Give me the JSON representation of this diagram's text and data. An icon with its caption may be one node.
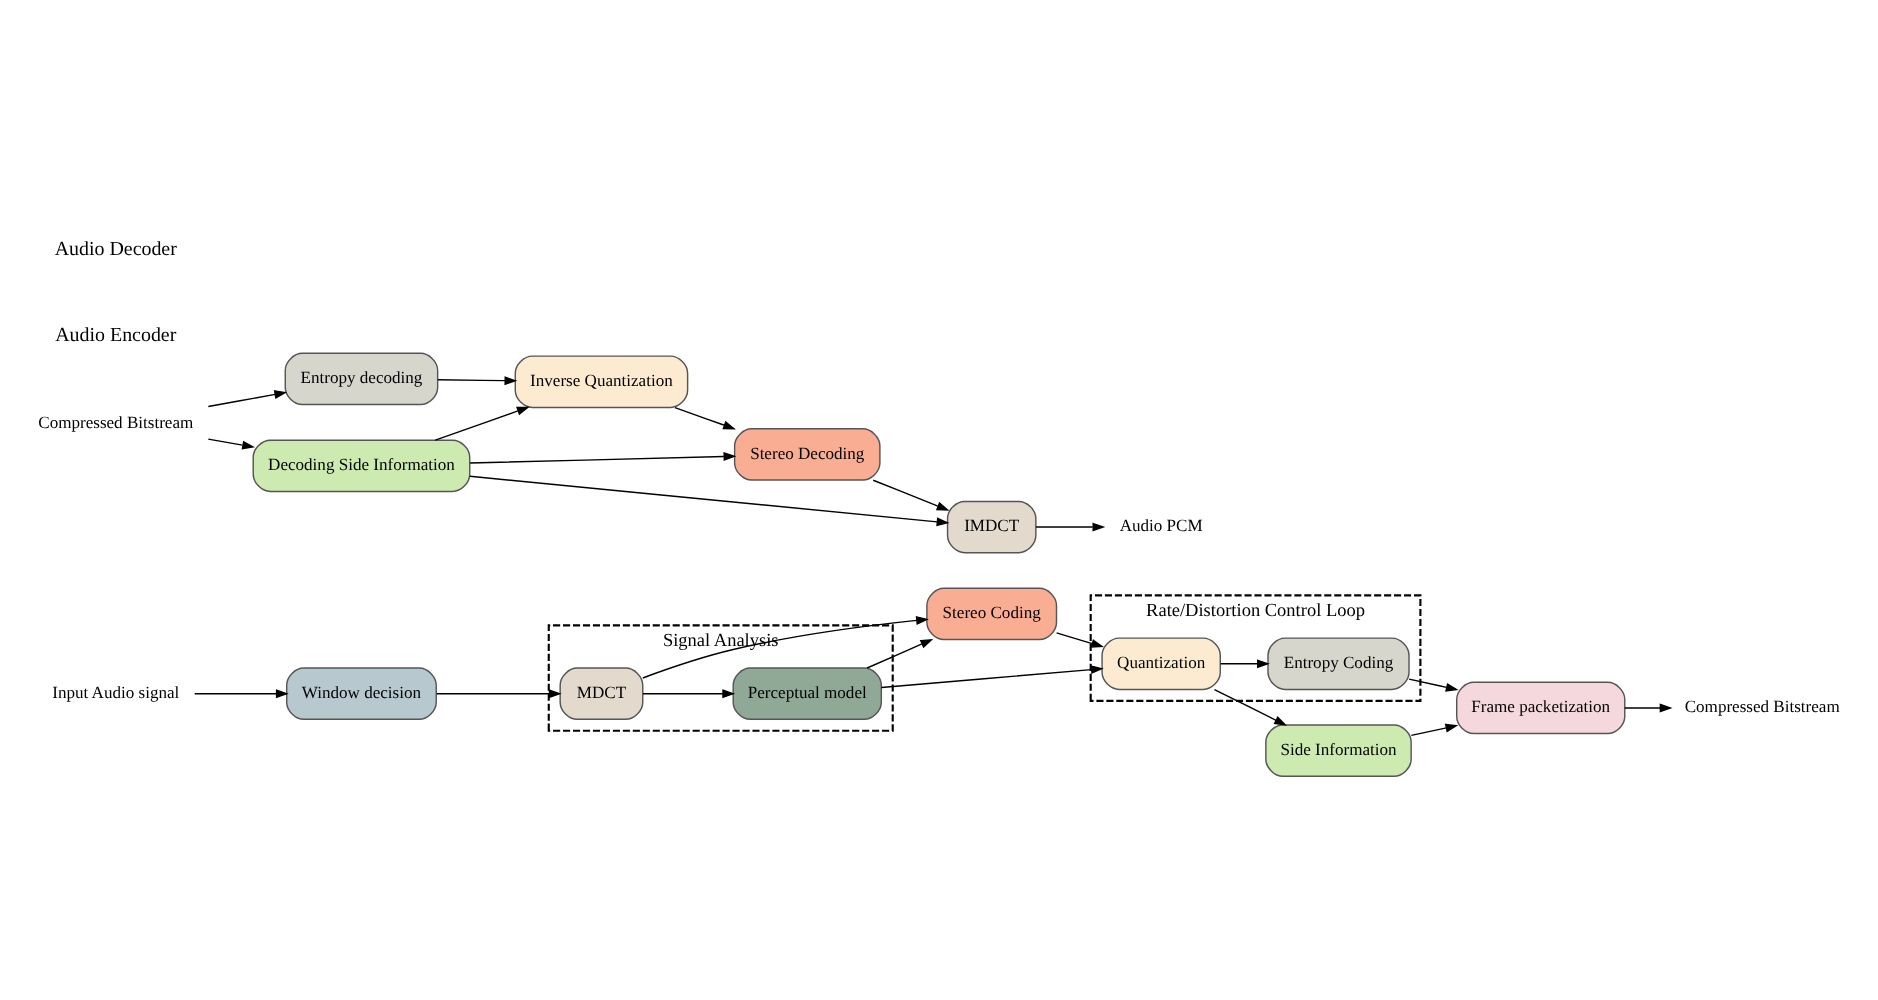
{
  "diagram": {
    "nodes": [
      {
        "text": [
          "Input Audio signal"
        ]
      },
      {
        "text": [
          "Window decision"
        ]
      },
      {
        "text": [
          "Signal Analysis"
        ]
      },
      {
        "text": [
          "MDCT"
        ],
        "in": 2
      },
      {
        "text": [
          "Perceptual model"
        ],
        "in": 2
      },
      {
        "text": [
          "Stereo Coding"
        ]
      },
      {
        "text": [
          "Rate/Distortion Control Loop"
        ]
      },
      {
        "text": [
          "Quantization"
        ],
        "in": 6
      },
      {
        "text": [
          "Entropy Coding"
        ],
        "in": 6
      },
      {
        "text": [
          "Side Information"
        ]
      },
      {
        "text": [
          "Frame packetization"
        ]
      },
      {
        "text": [
          "Compressed Bitstream"
        ]
      },
      {
        "text": [
          "Compressed Bitstream"
        ]
      },
      {
        "text": [
          "Entropy decoding"
        ]
      },
      {
        "text": [
          "Inverse Quantization"
        ]
      },
      {
        "text": [
          "Stereo Decoding"
        ]
      },
      {
        "text": [
          "IMDCT"
        ]
      },
      {
        "text": [
          "Audio PCM"
        ]
      },
      {
        "text": [
          "Decoding Side Information"
        ]
      }
    ],
    "edges": [
      {
        "from": 0,
        "to": 1,
        "arrow": "to"
      },
      {
        "from": 1,
        "to": 3,
        "arrow": "to"
      },
      {
        "from": 3,
        "to": 5,
        "arrow": "to"
      },
      {
        "from": 3,
        "to": 4,
        "arrow": "to"
      },
      {
        "from": 4,
        "to": 5,
        "arrow": "to"
      },
      {
        "from": 4,
        "to": 7,
        "arrow": "to"
      },
      {
        "from": 5,
        "to": 7,
        "arrow": "to"
      },
      {
        "from": 7,
        "to": 8,
        "arrow": "to"
      },
      {
        "from": 8,
        "to": 10,
        "arrow": "to"
      },
      {
        "from": 7,
        "to": 9,
        "arrow": "to"
      },
      {
        "from": 9,
        "to": 10,
        "arrow": "to"
      },
      {
        "from": 10,
        "to": 11,
        "arrow": "to"
      },
      {
        "from": 12,
        "to": 13,
        "arrow": "to"
      },
      {
        "from": 12,
        "to": 18,
        "arrow": "to"
      },
      {
        "from": 13,
        "to": 14,
        "arrow": "to"
      },
      {
        "from": 14,
        "to": 15,
        "arrow": "to"
      },
      {
        "from": 15,
        "to": 16,
        "arrow": "to"
      },
      {
        "from": 16,
        "to": 17,
        "arrow": "to"
      },
      {
        "from": 18,
        "to": 14,
        "arrow": "to"
      },
      {
        "from": 18,
        "to": 15,
        "arrow": "to"
      },
      {
        "from": 18,
        "to": 16,
        "arrow": "to"
      }
    ],
    "labels": [
      "Audio Encoder",
      "Audio Decoder"
    ]
  }
}
